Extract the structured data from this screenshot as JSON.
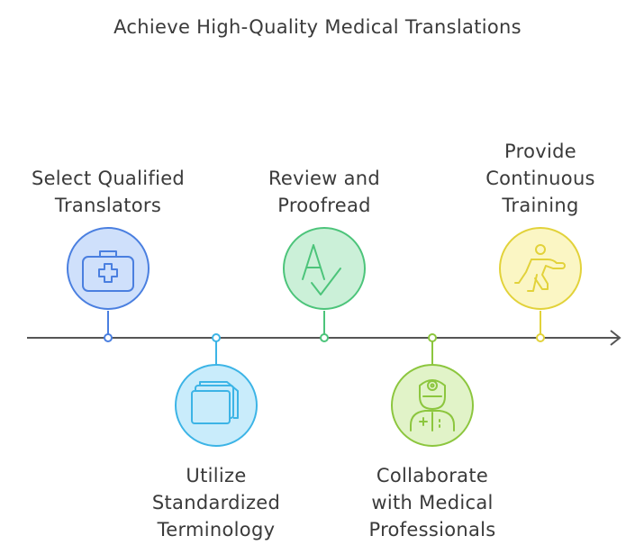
{
  "title": "Achieve High-Quality Medical Translations",
  "steps": [
    {
      "label_lines": [
        "Select Qualified",
        "Translators"
      ],
      "icon": "medical-kit-icon",
      "color": "#4a7fe0",
      "fill": "#cfe0fb"
    },
    {
      "label_lines": [
        "Utilize",
        "Standardized",
        "Terminology"
      ],
      "icon": "documents-icon",
      "color": "#3cb4e6",
      "fill": "#c9ecfb"
    },
    {
      "label_lines": [
        "Review and",
        "Proofread"
      ],
      "icon": "spell-check-icon",
      "color": "#4cc47a",
      "fill": "#cbf0d8"
    },
    {
      "label_lines": [
        "Collaborate",
        "with Medical",
        "Professionals"
      ],
      "icon": "doctor-icon",
      "color": "#8cc63e",
      "fill": "#e1f3c8"
    },
    {
      "label_lines": [
        "Provide",
        "Continuous",
        "Training"
      ],
      "icon": "person-training-icon",
      "color": "#e2d23a",
      "fill": "#fbf6c4"
    }
  ]
}
